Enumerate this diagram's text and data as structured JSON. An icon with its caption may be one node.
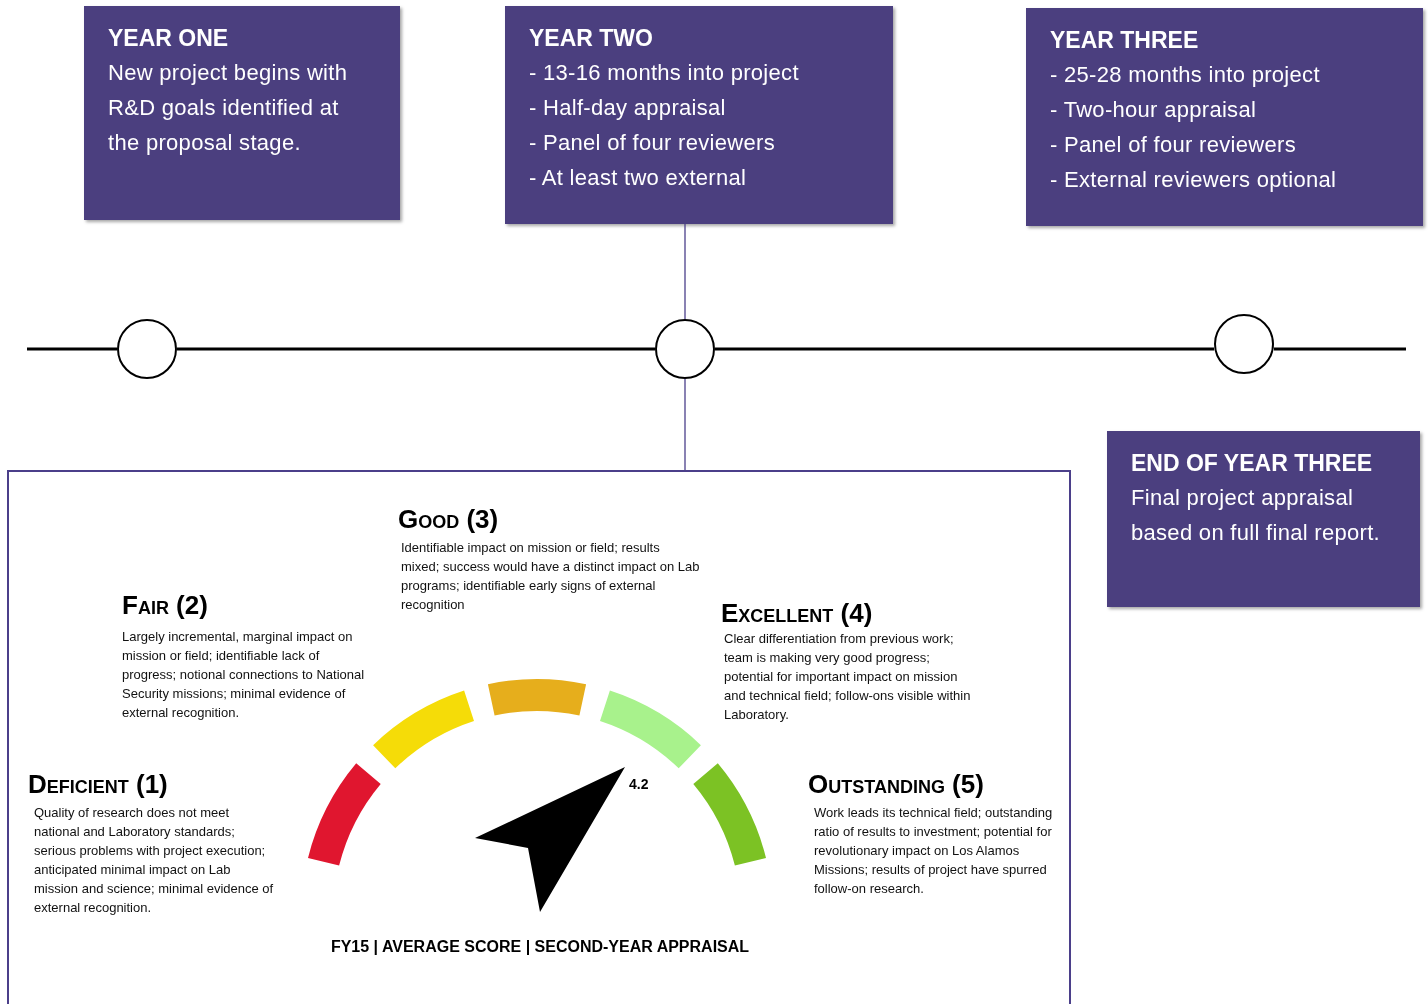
{
  "diagram": {
    "nodes": [
      {
        "text": [
          "YEAR ONE",
          "New project begins with R&D goals identified at the proposal stage."
        ]
      },
      {
        "text": [
          "YEAR TWO",
          "- 13-16 months into project",
          "- Half-day appraisal",
          "- Panel of four reviewers",
          "- At least two external"
        ]
      },
      {
        "text": [
          "YEAR THREE",
          "- 25-28 months into project",
          "- Two-hour appraisal",
          "- Panel of four reviewers",
          "- External reviewers optional"
        ]
      },
      {
        "text": [],
        "shape": "circle"
      },
      {
        "text": [],
        "shape": "circle"
      },
      {
        "text": [],
        "shape": "circle"
      },
      {
        "text": [
          "END OF YEAR THREE",
          "Final project appraisal based on full final report."
        ]
      },
      {
        "text": [],
        "shape": "box"
      }
    ],
    "edges": [
      {
        "from": null,
        "to": 3,
        "arrow": "none"
      },
      {
        "from": 3,
        "to": 4,
        "arrow": "none"
      },
      {
        "from": 4,
        "to": 5,
        "arrow": "none"
      },
      {
        "from": 5,
        "to": null,
        "arrow": "none"
      },
      {
        "from": 1,
        "to": 4,
        "arrow": "none",
        "color": "#4b3f8a"
      },
      {
        "from": 4,
        "to": 7,
        "arrow": "none",
        "color": "#4b3f8a"
      }
    ],
    "labels": [
      "Good (3)",
      "Identifiable impact on mission or field; results mixed; success would have a distinct impact on Lab programs; identifiable early signs of external recognition",
      "Fair (2)",
      "Largely incremental, marginal impact on mission or field; identifiable lack of progress; notional connections to National Security missions; minimal evidence of external recognition.",
      "Excellent (4)",
      "Clear differentiation from previous work; team is making very good progress; potential for important impact on mission and technical field; follow-ons visible within Laboratory.",
      "Deficient (1)",
      "Quality of research does not meet national and Laboratory standards; serious problems with project execution; anticipated minimal impact on Lab mission and science; minimal evidence of external recognition.",
      "4.2",
      "Outstanding (5)",
      "Work leads its technical field; outstanding ratio of results to investment; potential for revolutionary impact on Los Alamos Missions; results of project have spurred follow-on research.",
      "FY15 | AVERAGE SCORE | SECOND-YEAR APPRAISAL"
    ]
  }
}
